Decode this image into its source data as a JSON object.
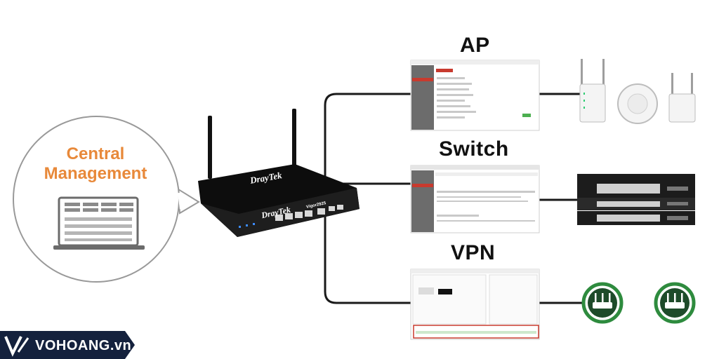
{
  "central": {
    "line1": "Central",
    "line2": "Management"
  },
  "nodes": {
    "ap": "AP",
    "switch": "Switch",
    "vpn": "VPN"
  },
  "router": {
    "brand": "DrayTek",
    "model": "Vigor2925"
  },
  "watermark": {
    "text": "VOHOANG.vn"
  },
  "colors": {
    "orange": "#e8893a",
    "line": "#1a1a1a",
    "green": "#2e8b3e",
    "navy": "#14213d",
    "panel_red": "#c83a2e"
  }
}
